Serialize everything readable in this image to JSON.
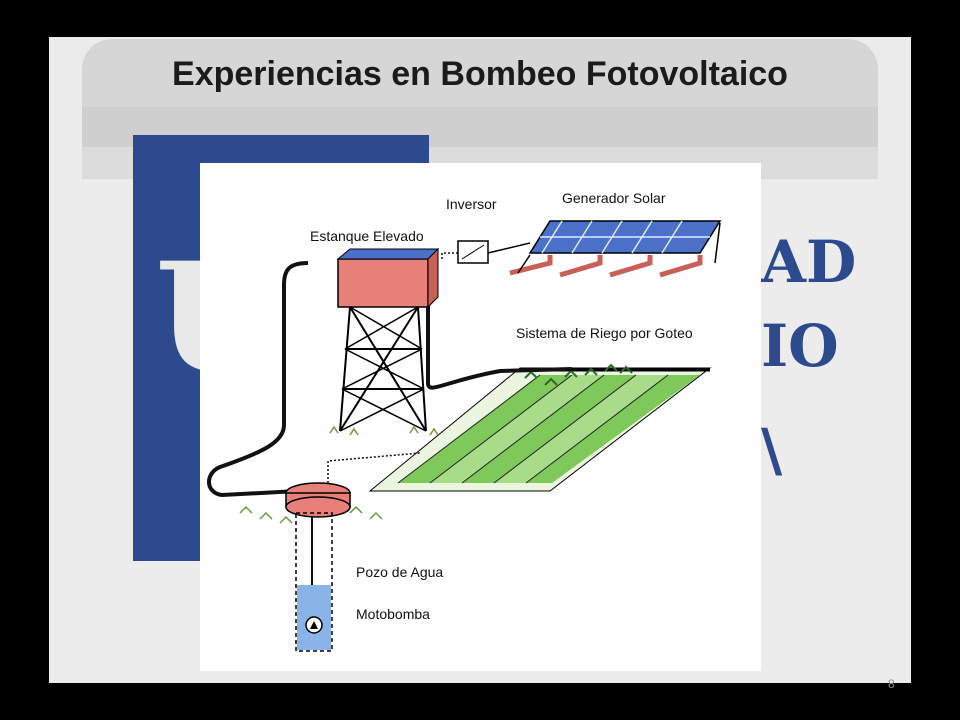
{
  "slide": {
    "title": "Experiencias en Bombeo Fotovoltaico",
    "page_number": "8"
  },
  "diagram": {
    "labels": {
      "inverter": "Inversor",
      "solar_generator": "Generador Solar",
      "elevated_tank": "Estanque Elevado",
      "drip_irrigation": "Sistema de Riego por Goteo",
      "water_well": "Pozo de Agua",
      "motor_pump": "Motobomba"
    }
  },
  "colors": {
    "logo_blue": "#2e4a8e",
    "tank_red": "#e8807a",
    "panel_blue": "#4a70c8",
    "field_green": "#7fc85a",
    "water_blue": "#8ab4e8"
  }
}
